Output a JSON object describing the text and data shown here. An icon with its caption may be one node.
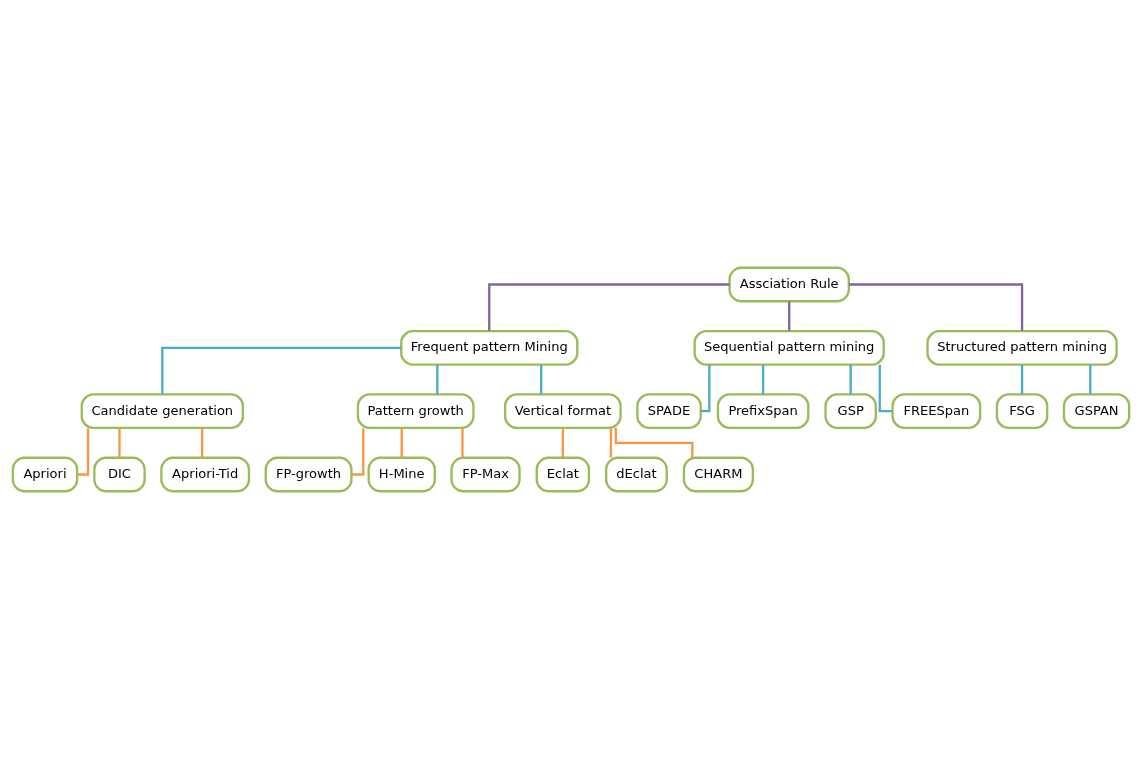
{
  "diagram": {
    "nodes": [
      {
        "text": [
          "Assciation Rule"
        ]
      },
      {
        "text": [
          "Frequent pattern Mining"
        ]
      },
      {
        "text": [
          "Sequential pattern mining"
        ]
      },
      {
        "text": [
          "Structured pattern mining"
        ]
      },
      {
        "text": [
          "Candidate generation"
        ]
      },
      {
        "text": [
          "Pattern growth"
        ]
      },
      {
        "text": [
          "Vertical format"
        ]
      },
      {
        "text": [
          "SPADE"
        ]
      },
      {
        "text": [
          "FSG"
        ]
      },
      {
        "text": [
          "Apriori"
        ]
      },
      {
        "text": [
          "FP-growth"
        ]
      },
      {
        "text": [
          "Eclat"
        ]
      },
      {
        "text": [
          "PrefixSpan"
        ]
      },
      {
        "text": [
          "GSPAN"
        ]
      },
      {
        "text": [
          "DIC"
        ]
      },
      {
        "text": [
          "H-Mine"
        ]
      },
      {
        "text": [
          "dEclat"
        ]
      },
      {
        "text": [
          "GSP"
        ]
      },
      {
        "text": [
          "Apriori-Tid"
        ]
      },
      {
        "text": [
          "FP-Max"
        ]
      },
      {
        "text": [
          "CHARM"
        ]
      },
      {
        "text": [
          "FREESpan"
        ]
      }
    ],
    "edges": [
      {
        "from": 0,
        "to": 1,
        "arrow": "none",
        "color": "#8064a2"
      },
      {
        "from": 0,
        "to": 2,
        "arrow": "none",
        "color": "#8064a2"
      },
      {
        "from": 0,
        "to": 3,
        "arrow": "none",
        "color": "#8064a2"
      },
      {
        "from": 1,
        "to": 4,
        "arrow": "none"
      },
      {
        "from": 1,
        "to": 5,
        "arrow": "none"
      },
      {
        "from": 1,
        "to": 6,
        "arrow": "none"
      },
      {
        "from": 2,
        "to": 7,
        "arrow": "none"
      },
      {
        "from": 2,
        "to": 12,
        "arrow": "none"
      },
      {
        "from": 2,
        "to": 17,
        "arrow": "none"
      },
      {
        "from": 2,
        "to": 21,
        "arrow": "none"
      },
      {
        "from": 3,
        "to": 8,
        "arrow": "none"
      },
      {
        "from": 3,
        "to": 13,
        "arrow": "none"
      },
      {
        "from": 4,
        "to": 9,
        "arrow": "none",
        "color": "#f79646"
      },
      {
        "from": 4,
        "to": 14,
        "arrow": "none",
        "color": "#f79646"
      },
      {
        "from": 4,
        "to": 18,
        "arrow": "none",
        "color": "#f79646"
      },
      {
        "from": 5,
        "to": 10,
        "arrow": "none",
        "color": "#f79646"
      },
      {
        "from": 5,
        "to": 15,
        "arrow": "none",
        "color": "#f79646"
      },
      {
        "from": 5,
        "to": 19,
        "arrow": "none",
        "color": "#f79646"
      },
      {
        "from": 6,
        "to": 11,
        "arrow": "none",
        "color": "#f79646"
      },
      {
        "from": 6,
        "to": 16,
        "arrow": "none",
        "color": "#f79646"
      },
      {
        "from": 6,
        "to": 20,
        "arrow": "none",
        "color": "#f79646"
      }
    ]
  }
}
